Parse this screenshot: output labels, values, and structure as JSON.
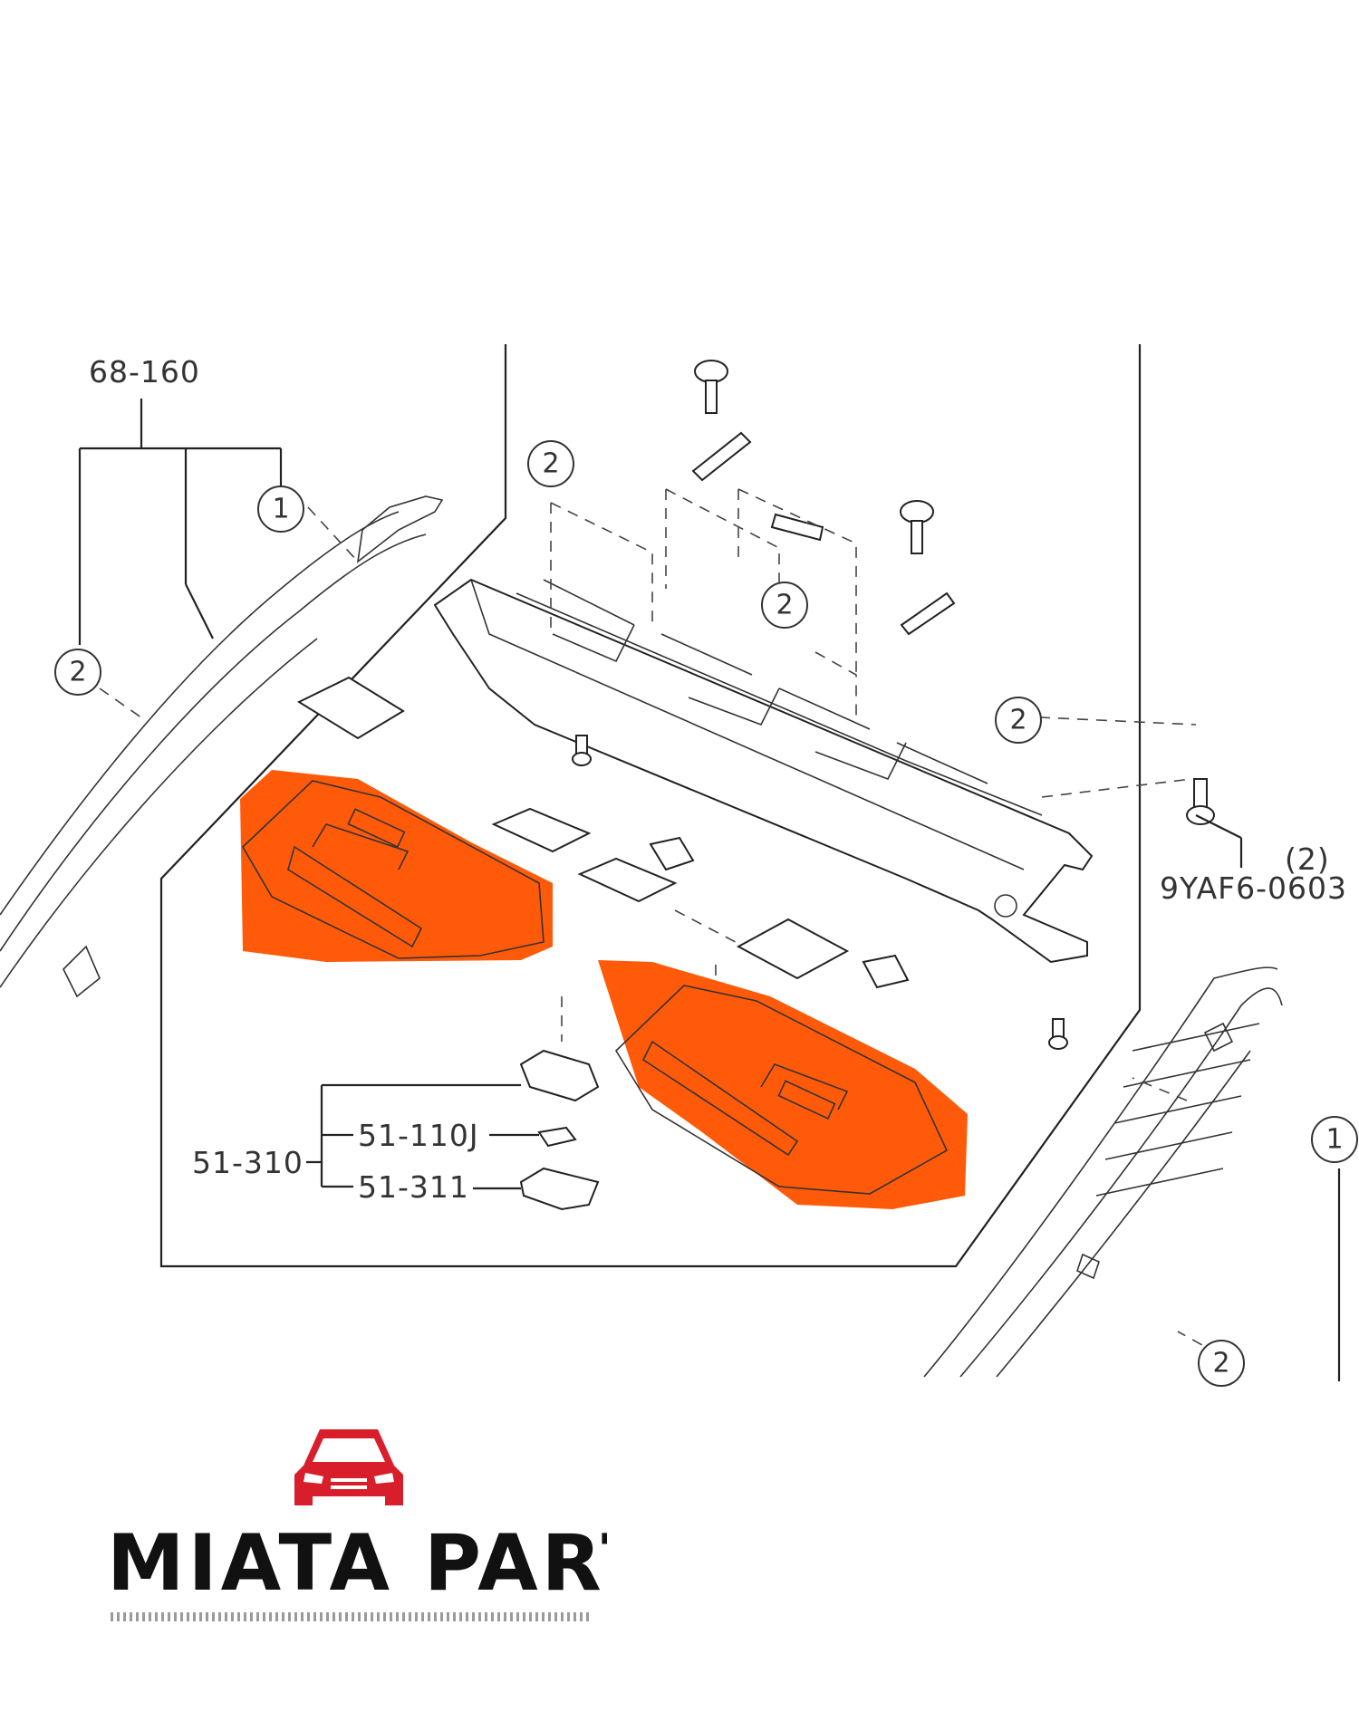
{
  "diagram": {
    "part_numbers": {
      "top_left": "68-160",
      "bulb_group": "51-310",
      "bulb": "51-110J",
      "lens": "51-311",
      "bolt": "9YAF6-0603",
      "bolt_qty": "(2)"
    },
    "callouts": {
      "one": "1",
      "two": "2"
    },
    "highlight_color": "#ff5a0a",
    "highlighted_parts": [
      "left-sun-visor",
      "right-sun-visor"
    ]
  },
  "brand": {
    "name": "MIATA PARTS",
    "accent_color": "#d81e2b",
    "icon": "car-front-icon"
  }
}
